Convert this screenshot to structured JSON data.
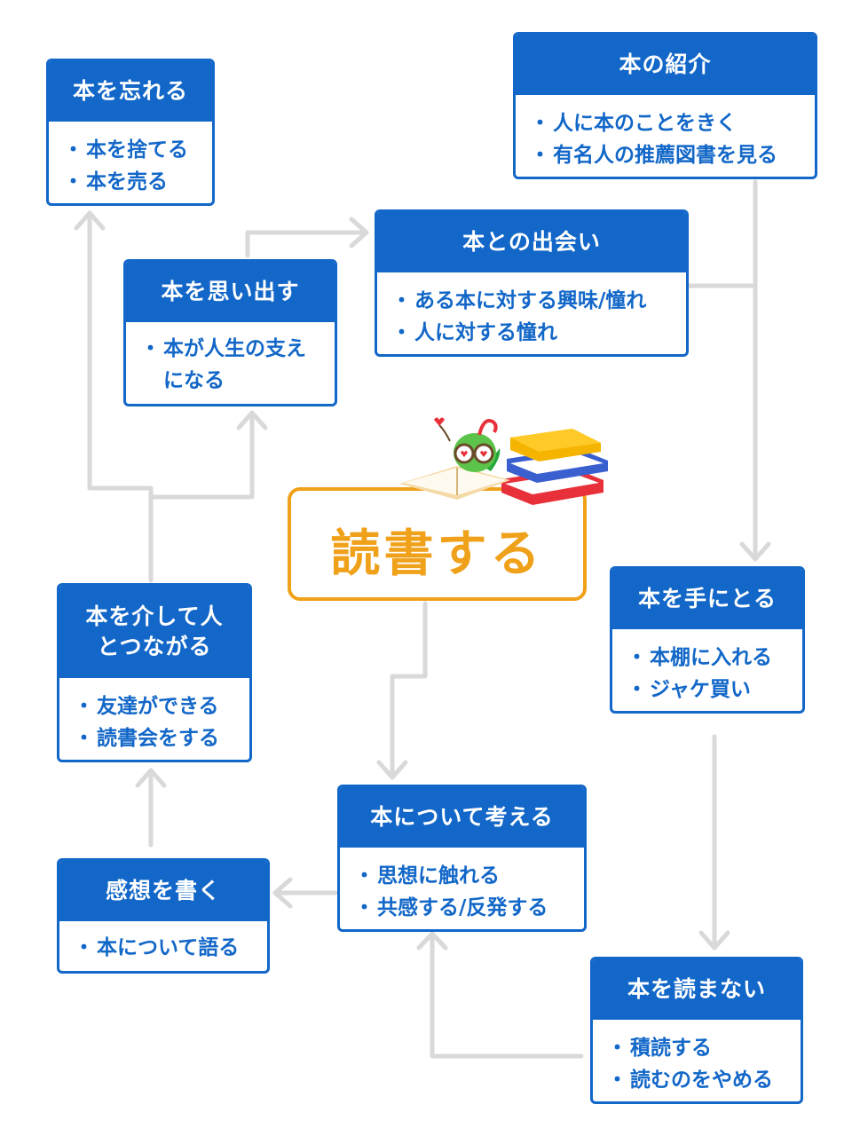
{
  "colors": {
    "primary": "#1267c8",
    "accent": "#f0a11a",
    "connector": "#d9d9d9"
  },
  "center": {
    "label": "読書する"
  },
  "nodes": {
    "forget": {
      "title": "本を忘れる",
      "items": [
        "本を捨てる",
        "本を売る"
      ]
    },
    "intro": {
      "title": "本の紹介",
      "items": [
        "人に本のことをきく",
        "有名人の推薦図書を見る"
      ]
    },
    "encounter": {
      "title": "本との出会い",
      "items": [
        "ある本に対する興味/憧れ",
        "人に対する憧れ"
      ]
    },
    "recall": {
      "title": "本を思い出す",
      "items": [
        "本が人生の支えになる"
      ]
    },
    "pickup": {
      "title": "本を手にとる",
      "items": [
        "本棚に入れる",
        "ジャケ買い"
      ]
    },
    "connect": {
      "title": "本を介して人とつながる",
      "items": [
        "友達ができる",
        "読書会をする"
      ]
    },
    "think": {
      "title": "本について考える",
      "items": [
        "思想に触れる",
        "共感する/反発する"
      ]
    },
    "write": {
      "title": "感想を書く",
      "items": [
        "本について語る"
      ]
    },
    "notread": {
      "title": "本を読まない",
      "items": [
        "積読する",
        "読むのをやめる"
      ]
    }
  },
  "illustration": {
    "icon": "bookworm-with-books-icon"
  }
}
